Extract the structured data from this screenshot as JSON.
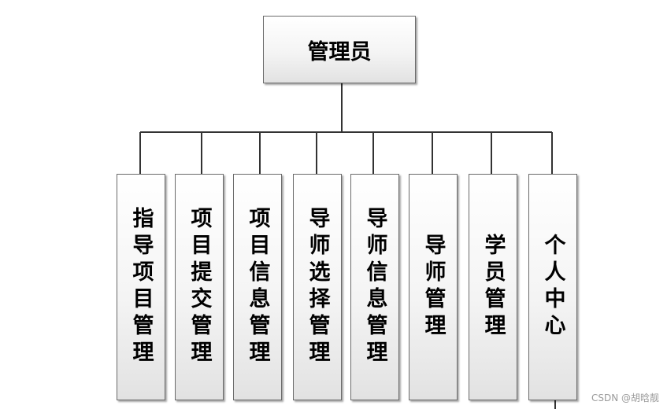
{
  "root": {
    "label": "管理员"
  },
  "children": [
    {
      "label": "指导项目管理"
    },
    {
      "label": "项目提交管理"
    },
    {
      "label": "项目信息管理"
    },
    {
      "label": "导师选择管理"
    },
    {
      "label": "导师信息管理"
    },
    {
      "label": "导师管理"
    },
    {
      "label": "学员管理"
    },
    {
      "label": "个人中心"
    }
  ],
  "watermark": "CSDN @胡晗靓"
}
